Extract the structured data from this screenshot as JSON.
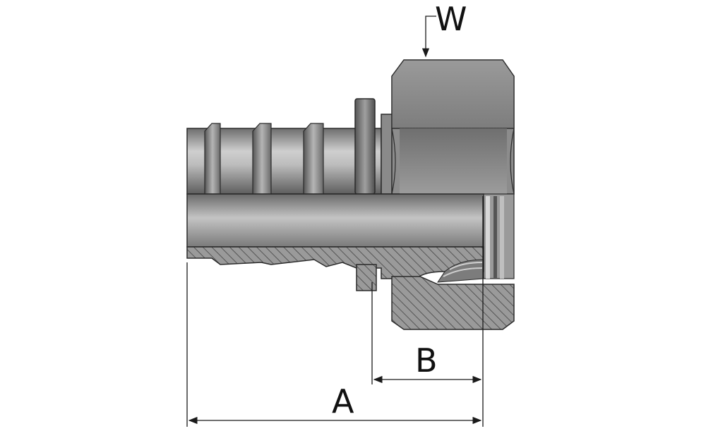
{
  "labels": {
    "w": "W",
    "a": "A",
    "b": "B"
  },
  "colors": {
    "steel_dark": "#5f5f5f",
    "steel_mid": "#8d8d8d",
    "steel_light": "#cfcfcf",
    "outline": "#2a2a2a",
    "hatch": "#444444",
    "dimension": "#1a1a1a"
  }
}
